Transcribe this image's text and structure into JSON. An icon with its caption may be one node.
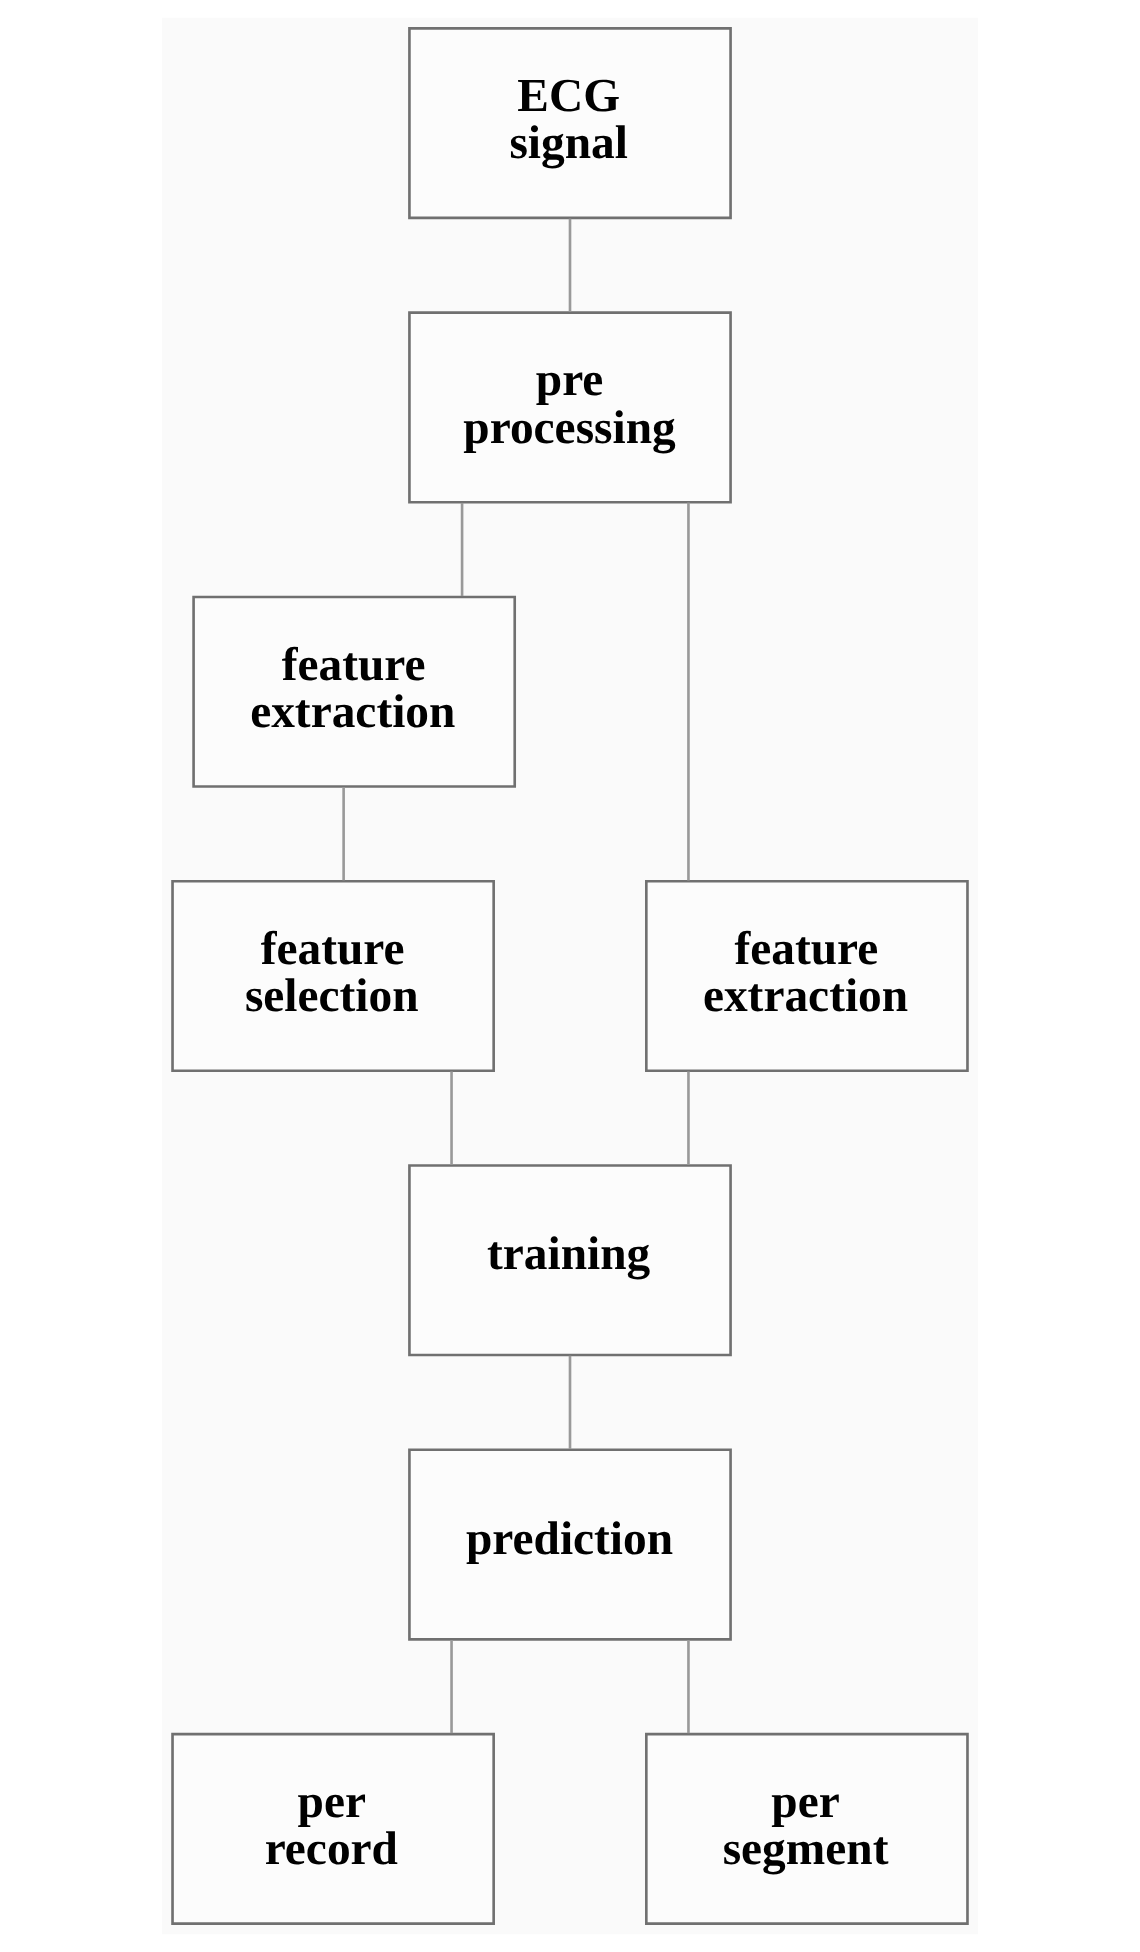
{
  "diagram": {
    "nodes": [
      {
        "text": [
          "ECG signal"
        ]
      },
      {
        "text": [
          "pre processing"
        ]
      },
      {
        "text": [
          "feature extraction"
        ]
      },
      {
        "text": [
          "feature selection"
        ]
      },
      {
        "text": [
          "feature extraction"
        ]
      },
      {
        "text": [
          "training"
        ]
      },
      {
        "text": [
          "prediction"
        ]
      },
      {
        "text": [
          "per record"
        ]
      },
      {
        "text": [
          "per segment"
        ]
      }
    ],
    "edges": [
      {
        "from": 0,
        "to": 1,
        "arrow": "none"
      },
      {
        "from": 1,
        "to": 2,
        "arrow": "none"
      },
      {
        "from": 1,
        "to": 4,
        "arrow": "none"
      },
      {
        "from": 2,
        "to": 3,
        "arrow": "none"
      },
      {
        "from": 3,
        "to": 5,
        "arrow": "none"
      },
      {
        "from": 4,
        "to": 5,
        "arrow": "none"
      },
      {
        "from": 5,
        "to": 6,
        "arrow": "none"
      },
      {
        "from": 6,
        "to": 7,
        "arrow": "none"
      },
      {
        "from": 6,
        "to": 8,
        "arrow": "none"
      }
    ]
  }
}
